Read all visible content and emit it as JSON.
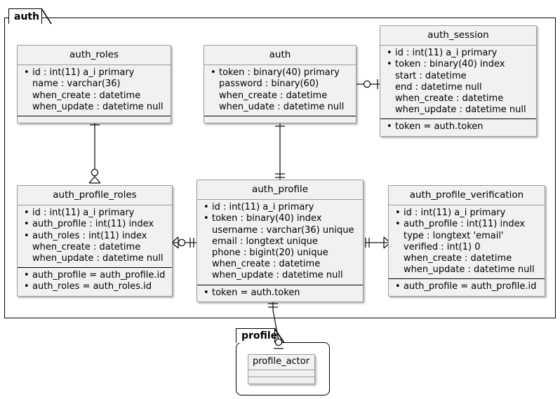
{
  "diagram": {
    "type": "er-class-diagram",
    "packages": [
      {
        "id": "auth",
        "label": "auth"
      },
      {
        "id": "profile",
        "label": "profile"
      }
    ],
    "colors": {
      "entity_fill": "#F1F1F1",
      "entity_border": "#9A9A9A",
      "package_border": "#000000",
      "line": "#181818",
      "background": "#FFFFFF"
    }
  },
  "entities": {
    "auth_roles": {
      "title": "auth_roles",
      "attributes": [
        {
          "bullet": "•",
          "text": "id : int(11) a_i primary"
        },
        {
          "bullet": "",
          "text": "name : varchar(36)"
        },
        {
          "bullet": "",
          "text": "when_create : datetime"
        },
        {
          "bullet": "",
          "text": "when_update : datetime null"
        }
      ],
      "footer": []
    },
    "auth": {
      "title": "auth",
      "attributes": [
        {
          "bullet": "•",
          "text": "token : binary(40) primary"
        },
        {
          "bullet": "",
          "text": "password : binary(60)"
        },
        {
          "bullet": "",
          "text": "when_create : datetime"
        },
        {
          "bullet": "",
          "text": "when_udate : datetime null"
        }
      ],
      "footer": []
    },
    "auth_session": {
      "title": "auth_session",
      "attributes": [
        {
          "bullet": "•",
          "text": "id : int(11) a_i primary"
        },
        {
          "bullet": "•",
          "text": "token : binary(40) index"
        },
        {
          "bullet": "",
          "text": "start : datetime"
        },
        {
          "bullet": "",
          "text": "end : datetime null"
        },
        {
          "bullet": "",
          "text": "when_create : datetime"
        },
        {
          "bullet": "",
          "text": "when_update : datetime null"
        }
      ],
      "footer": [
        {
          "bullet": "•",
          "text": "token = auth.token"
        }
      ]
    },
    "auth_profile_roles": {
      "title": "auth_profile_roles",
      "attributes": [
        {
          "bullet": "•",
          "text": "id : int(11) a_i primary"
        },
        {
          "bullet": "•",
          "text": "auth_profile : int(11) index"
        },
        {
          "bullet": "•",
          "text": "auth_roles : int(11) index"
        },
        {
          "bullet": "",
          "text": "when_create : datetime"
        },
        {
          "bullet": "",
          "text": "when_update : datetime null"
        }
      ],
      "footer": [
        {
          "bullet": "•",
          "text": "auth_profile = auth_profile.id"
        },
        {
          "bullet": "•",
          "text": "auth_roles = auth_roles.id"
        }
      ]
    },
    "auth_profile": {
      "title": "auth_profile",
      "attributes": [
        {
          "bullet": "•",
          "text": "id : int(11) a_i primary"
        },
        {
          "bullet": "•",
          "text": "token : binary(40) index"
        },
        {
          "bullet": "",
          "text": "username : varchar(36) unique"
        },
        {
          "bullet": "",
          "text": "email : longtext unique"
        },
        {
          "bullet": "",
          "text": "phone : bigint(20) unique"
        },
        {
          "bullet": "",
          "text": "when_create : datetime"
        },
        {
          "bullet": "",
          "text": "when_update : datetime null"
        }
      ],
      "footer": [
        {
          "bullet": "•",
          "text": "token = auth.token"
        }
      ]
    },
    "auth_profile_verification": {
      "title": "auth_profile_verification",
      "attributes": [
        {
          "bullet": "•",
          "text": "id : int(11) a_i primary"
        },
        {
          "bullet": "•",
          "text": "auth_profile : int(11) index"
        },
        {
          "bullet": "",
          "text": "type : longtext 'email'"
        },
        {
          "bullet": "",
          "text": "verified : int(1) 0"
        },
        {
          "bullet": "",
          "text": "when_create : datetime"
        },
        {
          "bullet": "",
          "text": "when_update : datetime null"
        }
      ],
      "footer": [
        {
          "bullet": "•",
          "text": "auth_profile = auth_profile.id"
        }
      ]
    },
    "profile_actor": {
      "title": "profile_actor",
      "attributes": [],
      "footer": []
    }
  },
  "relationships": [
    {
      "id": "auth-auth_session",
      "from": "auth",
      "to": "auth_session",
      "from_card": "one-and-only-one",
      "to_card": "zero-or-one"
    },
    {
      "id": "auth_roles-apr",
      "from": "auth_roles",
      "to": "auth_profile_roles",
      "from_card": "one-and-only-one",
      "to_card": "zero-or-many"
    },
    {
      "id": "auth-auth_profile",
      "from": "auth",
      "to": "auth_profile",
      "from_card": "one-and-only-one",
      "to_card": "one-and-only-one"
    },
    {
      "id": "auth_profile-apr",
      "from": "auth_profile",
      "to": "auth_profile_roles",
      "from_card": "one-and-only-one",
      "to_card": "zero-or-many"
    },
    {
      "id": "auth_profile-apv",
      "from": "auth_profile",
      "to": "auth_profile_verification",
      "from_card": "one-and-only-one",
      "to_card": "many"
    },
    {
      "id": "auth_profile-profile_actor",
      "from": "auth_profile",
      "to": "profile_actor",
      "from_card": "one-and-only-one",
      "to_card": "zero-or-one"
    }
  ]
}
